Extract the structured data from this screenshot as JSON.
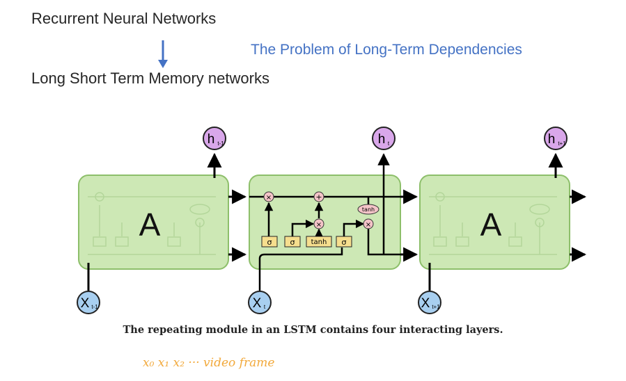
{
  "slide": {
    "title_top": "Recurrent Neural Networks",
    "title_bottom": "Long Short Term Memory networks",
    "subtitle": "The Problem of Long-Term Dependencies"
  },
  "diagram": {
    "cell_label": "A",
    "outputs": {
      "prev": "h",
      "prev_sub": "t-1",
      "cur": "h",
      "cur_sub": "t",
      "next": "h",
      "next_sub": "t+1"
    },
    "inputs": {
      "prev": "X",
      "prev_sub": "t-1",
      "cur": "X",
      "cur_sub": "t",
      "next": "X",
      "next_sub": "t+1"
    },
    "gates": {
      "sigma": "σ",
      "tanh": "tanh",
      "times": "×",
      "plus": "+"
    },
    "caption": "The repeating module in an LSTM contains four interacting layers.",
    "colors": {
      "cell_fill": "#cde8b5",
      "cell_stroke": "#8dbf6a",
      "gate_fill": "#f6de8e",
      "op_fill": "#f4c4c8",
      "h_fill": "#d9a7ea",
      "x_fill": "#a8cff0",
      "arrow_blue": "#4472c4",
      "handwriting": "#f2a93b"
    }
  },
  "handwriting": {
    "note": "x₀ x₁ x₂ ···  video frame"
  }
}
